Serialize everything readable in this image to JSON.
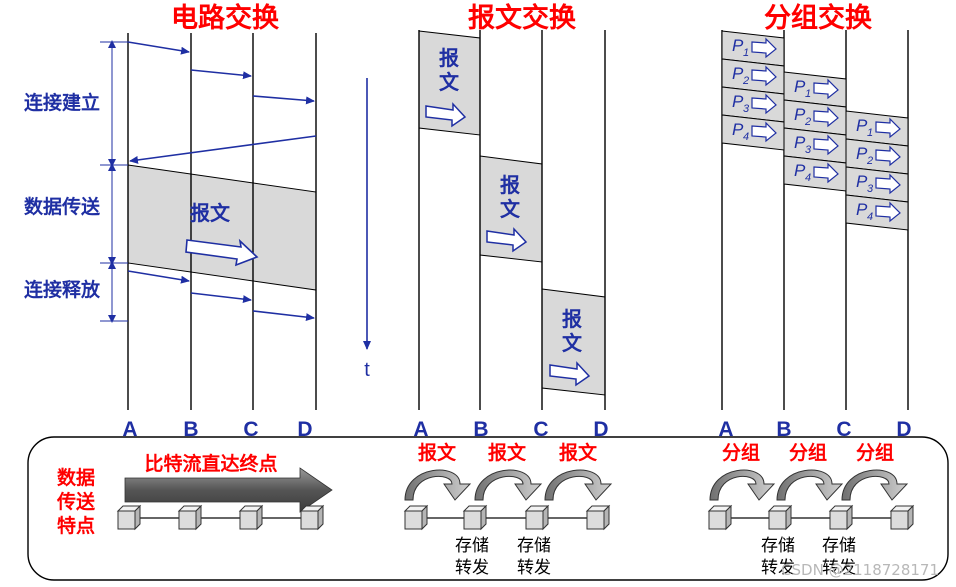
{
  "titles": {
    "circuit": "电路交换",
    "message": "报文交换",
    "packet": "分组交换"
  },
  "phases": {
    "setup": "连接建立",
    "transfer": "数据传送",
    "release": "连接释放"
  },
  "nodes": [
    "A",
    "B",
    "C",
    "D"
  ],
  "time_label": "t",
  "message_label_h": "报文",
  "message_label_v": [
    "报",
    "文"
  ],
  "packets": [
    {
      "p": "P",
      "sub": "1"
    },
    {
      "p": "P",
      "sub": "2"
    },
    {
      "p": "P",
      "sub": "3"
    },
    {
      "p": "P",
      "sub": "4"
    }
  ],
  "bottom": {
    "feature_label": [
      "数据",
      "传送",
      "特点"
    ],
    "circuit_desc": "比特流直达终点",
    "message_hop": "报文",
    "packet_hop": "分组",
    "store_forward": [
      "存储",
      "转发"
    ]
  },
  "watermark": "CSDN @2118728171",
  "colors": {
    "title_red": "#ff0000",
    "line_blue": "#1f2fa3",
    "box_gray": "#d9d9d9"
  }
}
